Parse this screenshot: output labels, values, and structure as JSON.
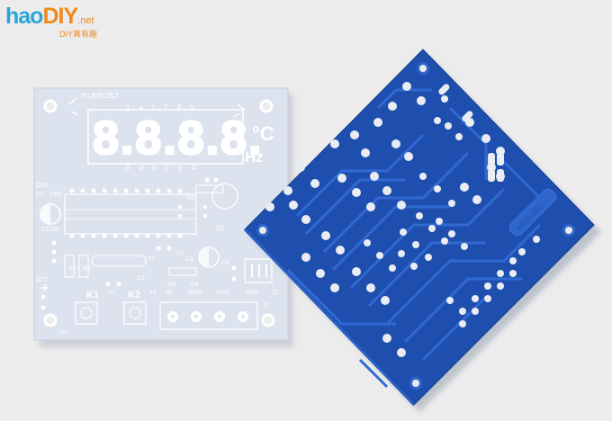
{
  "watermark": {
    "brand_hao": "hao",
    "brand_diy": "DIY",
    "brand_net": ".net",
    "tagline": "DIY真有趣",
    "colors": {
      "hao": "#29a6d9",
      "diy": "#f08a1e"
    }
  },
  "white_board": {
    "model": "R13061353",
    "display_digits": "8.8.8.8.",
    "unit_celsius": "°C",
    "unit_hz": "Hz",
    "top_pins": "1 a f 2 3 b",
    "bottom_pins": "e d p c g 4",
    "labels": {
      "ds1": "DS1",
      "c5": "C5",
      "pr1": "PR1",
      "r2": "R2",
      "d1r5": "D1 R5",
      "q1": "Q1",
      "u1": "U1",
      "c3": "C3",
      "c2": "C2",
      "y1": "Y1",
      "r3": "R3",
      "c1": "C1",
      "r1": "R1",
      "r2b": "R2",
      "bt1": "BT1",
      "k1": "K1",
      "k2": "K2",
      "j3": "J3",
      "in": "IN",
      "gnd": "GND",
      "vcc": "VCC",
      "gnd2": "GND",
      "j2": "J2",
      "j1": "J1",
      "u2": "U2",
      "c4": "C4",
      "r4": "R4"
    },
    "colors": {
      "board": "#dce3ee",
      "silk": "#ffffff"
    }
  },
  "blue_board": {
    "label": "HDG-001",
    "colors": {
      "board": "#1e4fae",
      "trace": "#2f66cc",
      "pad": "#e9ecf2"
    }
  }
}
